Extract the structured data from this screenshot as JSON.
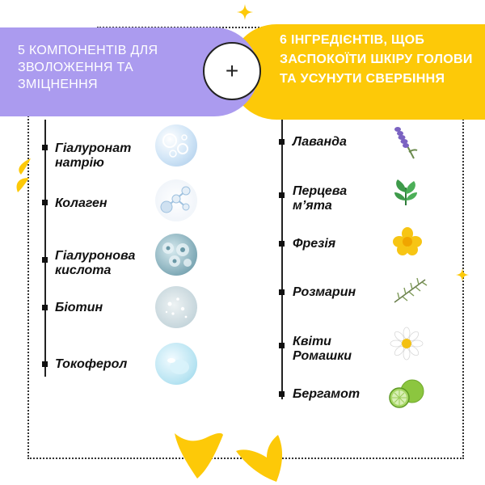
{
  "header": {
    "left_title": "5 КОМПОНЕНТІВ ДЛЯ ЗВОЛОЖЕННЯ ТА ЗМІЦНЕННЯ",
    "plus_symbol": "+",
    "right_title": "6 ІНГРЕДІЄНТІВ, ЩОБ ЗАСПОКОЇТИ ШКІРУ ГОЛОВИ ТА УСУНУТИ СВЕРБІННЯ"
  },
  "left_items": [
    {
      "label": "Гіалуронат натрію",
      "icon": "water-spheres-icon"
    },
    {
      "label": "Колаген",
      "icon": "molecule-icon"
    },
    {
      "label": "Гіалуронова кислота",
      "icon": "cells-icon"
    },
    {
      "label": "Біотин",
      "icon": "gel-bubbles-icon"
    },
    {
      "label": "Токоферол",
      "icon": "water-drop-icon"
    }
  ],
  "right_items": [
    {
      "label": "Лаванда",
      "icon": "lavender-icon"
    },
    {
      "label": "Перцева м’ята",
      "icon": "mint-leaf-icon"
    },
    {
      "label": "Фрезія",
      "icon": "freesia-flower-icon"
    },
    {
      "label": "Розмарин",
      "icon": "rosemary-icon"
    },
    {
      "label": "Квіти Ромашки",
      "icon": "chamomile-icon"
    },
    {
      "label": "Бергамот",
      "icon": "bergamot-icon"
    }
  ],
  "colors": {
    "purple": "#ab9bef",
    "yellow": "#fdc908",
    "text": "#111111"
  }
}
